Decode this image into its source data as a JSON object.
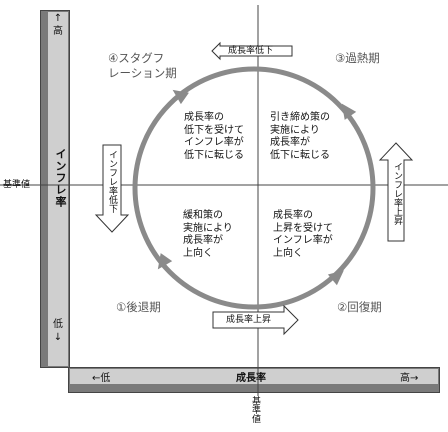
{
  "axes": {
    "y": {
      "label": "インフレ率",
      "high": "↑\n高",
      "low": "低\n↓",
      "baseline": "基準値"
    },
    "x": {
      "label": "成長率",
      "high": "高→",
      "low": "←低",
      "baseline": "基準値"
    }
  },
  "phases": {
    "stagflation": "④スタグフ\nレーション期",
    "overheat": "③過熱期",
    "recession": "①後退期",
    "recovery": "②回復期"
  },
  "quadrants": {
    "top_left": "成長率の\n低下を受けて\nインフレ率が\n低下に転じる",
    "top_right": "引き締め策の\n実施により\n成長率が\n低下に転じる",
    "bottom_left": "緩和策の\n実施により\n成長率が\n上向く",
    "bottom_right": "成長率の\n上昇を受けて\nインフレ率が\n上向く"
  },
  "arrows": {
    "top": "成長率低下",
    "bottom": "成長率上昇",
    "left": "インフレ率低下",
    "right": "インフレ率上昇"
  },
  "colors": {
    "cycle": "#8a8a8a",
    "bar_dark": "#7a7a7a",
    "bar_light": "#cfcfcf"
  }
}
